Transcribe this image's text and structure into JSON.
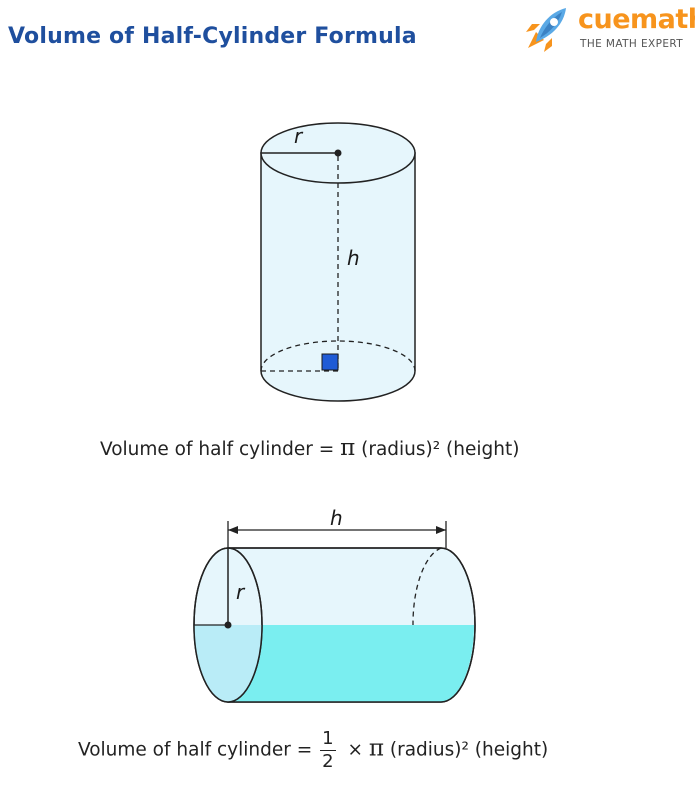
{
  "header": {
    "title": "Volume of Half-Cylinder Formula",
    "brand_name": "cuemath",
    "brand_tagline": "THE MATH EXPERT"
  },
  "figure_top": {
    "radius_label": "r",
    "height_label": "h",
    "formula_lhs": "Volume of half cylinder =",
    "formula_pi": "π",
    "formula_rhs": "(radius)² (height)"
  },
  "figure_bottom": {
    "height_label": "h",
    "radius_label": "r",
    "formula_lhs": "Volume of half cylinder =",
    "fraction_numerator": "1",
    "fraction_denominator": "2",
    "times": "×",
    "formula_pi": "π",
    "formula_rhs": "(radius)² (height)"
  },
  "colors": {
    "title": "#1f4f9e",
    "brand": "#f7941d",
    "cylinder_fill": "#e6f6fc",
    "water_fill": "#7aeef0",
    "end_water_fill": "#b9ecf7",
    "right_angle_marker": "#1f5bd6"
  }
}
